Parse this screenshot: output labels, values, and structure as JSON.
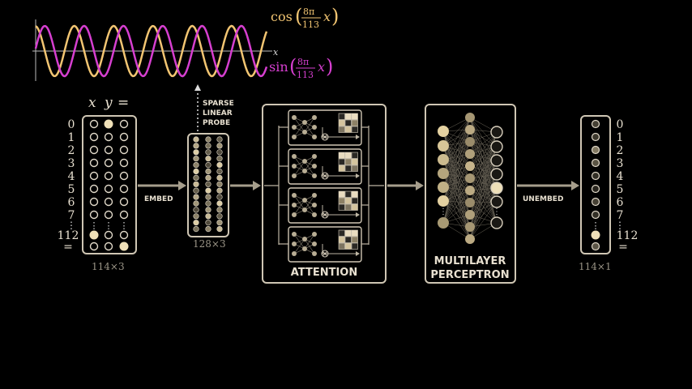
{
  "wave_labels": {
    "cos_fn": "cos",
    "cos_num": "8π",
    "cos_den": "113",
    "cos_var": "x",
    "sin_fn": "sin",
    "sin_num": "8π",
    "sin_den": "113",
    "sin_var": "x",
    "x_axis": "x"
  },
  "colors": {
    "cos": "#f2c572",
    "sin": "#d63fd0",
    "box": "#cfc6b4",
    "fill": "#efe0b8",
    "arrow": "#a69e8c"
  },
  "input": {
    "header_x": "x",
    "header_y": "y",
    "header_eq": "=",
    "rows": [
      "0",
      "1",
      "2",
      "3",
      "4",
      "5",
      "6",
      "7"
    ],
    "dots": "⋮",
    "last": "112",
    "eq": "=",
    "shape": "114×3"
  },
  "embed_label": "EMBED",
  "probe": {
    "line1": "SPARSE",
    "line2": "LINEAR",
    "line3": "PROBE"
  },
  "embedding_shape": "128×3",
  "attention_label": "ATTENTION",
  "mlp": {
    "line1": "MULTILAYER",
    "line2": "PERCEPTRON"
  },
  "unembed_label": "UNEMBED",
  "output": {
    "rows": [
      "0",
      "1",
      "2",
      "3",
      "4",
      "5",
      "6",
      "7"
    ],
    "dots": "⋮",
    "last": "112",
    "eq": "=",
    "shape": "114×1"
  }
}
